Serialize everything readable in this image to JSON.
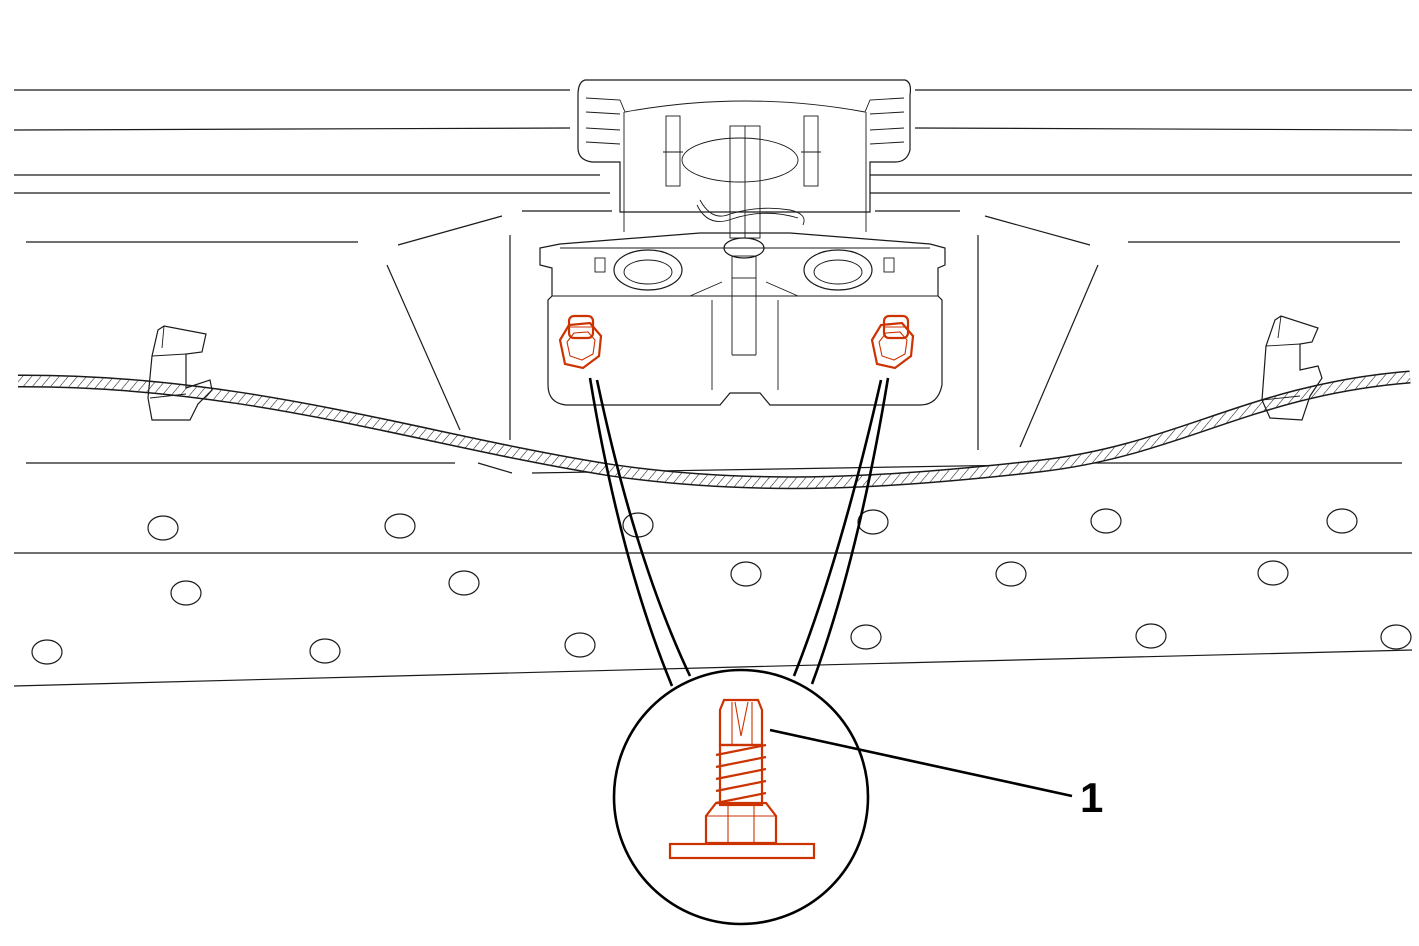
{
  "callouts": [
    {
      "number": "1"
    }
  ],
  "colors": {
    "line": "#1a1a1a",
    "highlight": "#cc3300",
    "background": "#ffffff"
  },
  "icons": [
    "bracket",
    "screw",
    "cable",
    "cable-clip"
  ]
}
